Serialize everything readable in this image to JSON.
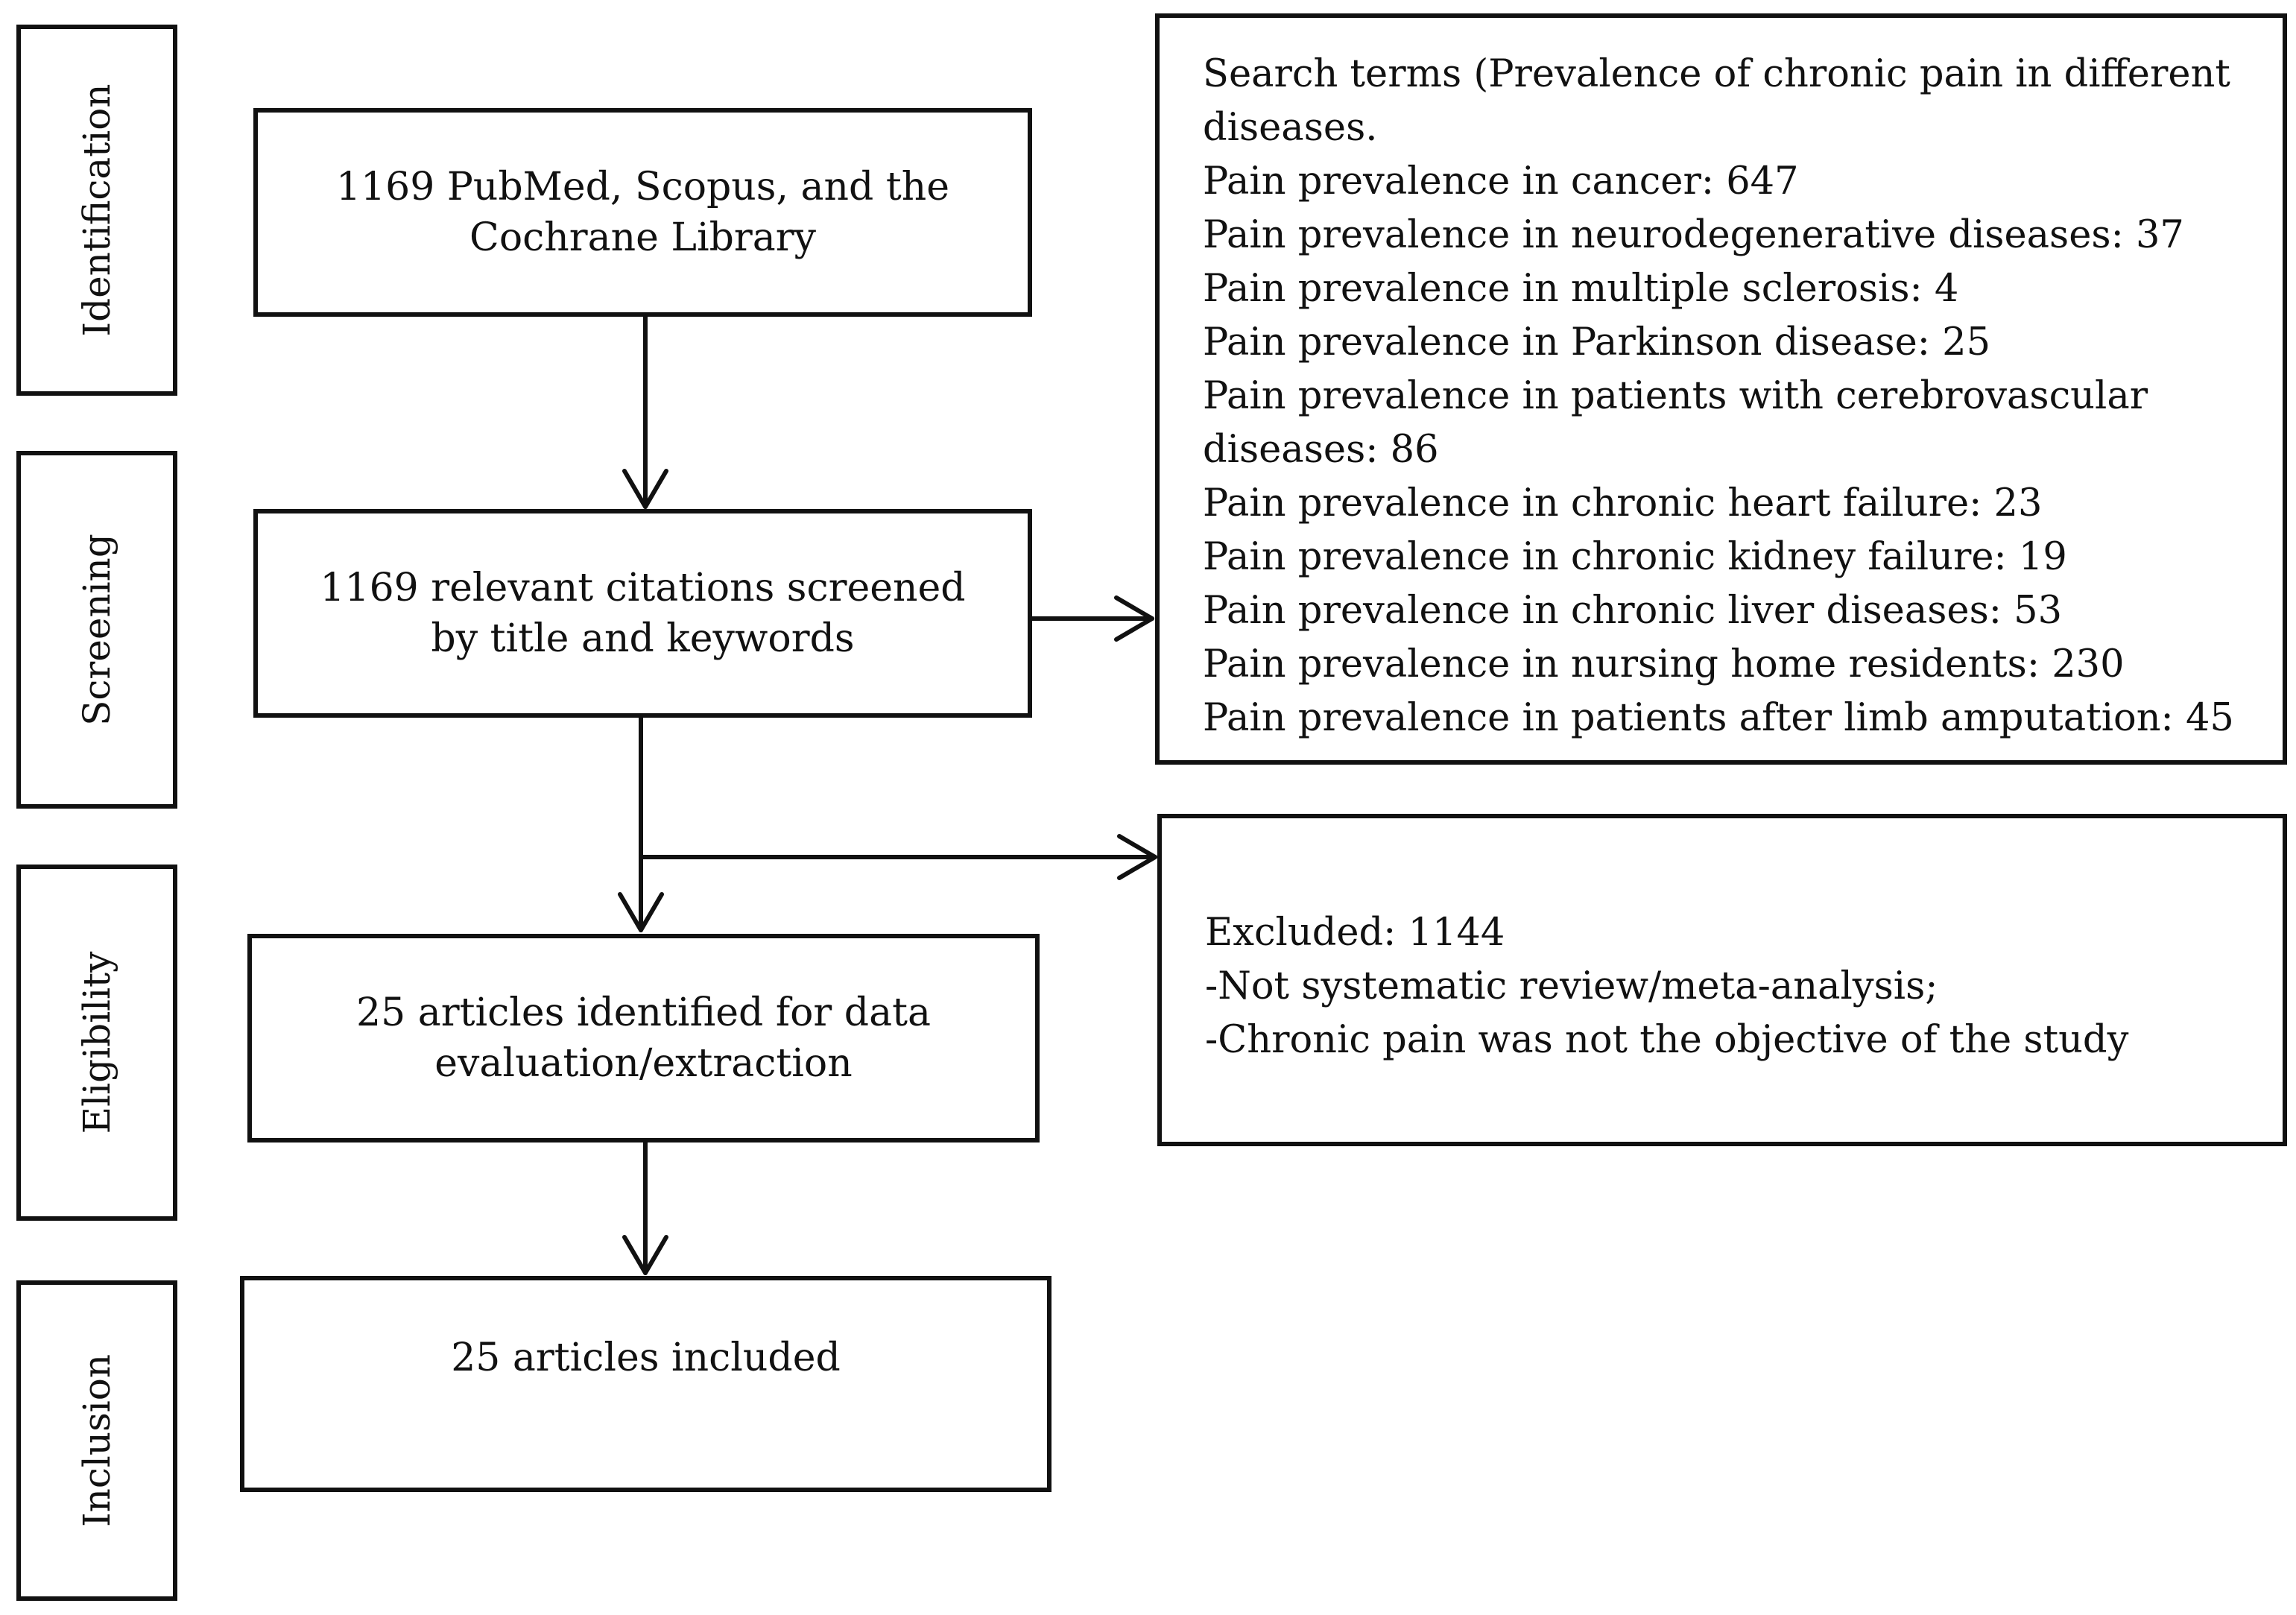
{
  "stages": [
    "Identification",
    "Screening",
    "Eligibility",
    "Inclusion"
  ],
  "boxes": {
    "identification": [
      "1169 PubMed, Scopus, and the",
      "Cochrane Library"
    ],
    "screening": [
      "1169 relevant citations screened",
      "by title and keywords"
    ],
    "eligibility": [
      "25 articles identified for data",
      "evaluation/extraction"
    ],
    "inclusion": [
      "25 articles included"
    ]
  },
  "search_terms": [
    "Search terms (Prevalence of chronic pain in different",
    "diseases.",
    "Pain prevalence in cancer: 647",
    "Pain prevalence in neurodegenerative  diseases:  37",
    "Pain prevalence in multiple sclerosis:  4",
    "Pain prevalence in Parkinson disease:  25",
    "Pain prevalence in patients with cerebrovascular",
    "diseases:  86",
    "Pain prevalence in chronic heart failure:  23",
    "Pain prevalence in chronic kidney failure:  19",
    "Pain prevalence in chronic liver diseases:  53",
    "Pain prevalence in nursing home residents:  230",
    "Pain prevalence in patients after limb amputation:  45"
  ],
  "excluded": [
    "Excluded:  1144",
    "-Not systematic review/meta-analysis;",
    "-Chronic pain was not the objective of the study"
  ]
}
